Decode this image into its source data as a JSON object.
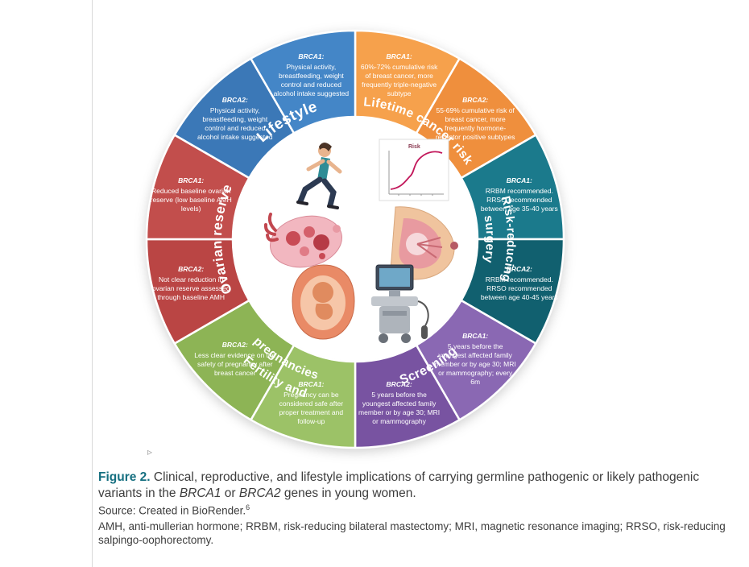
{
  "wheel": {
    "center": {
      "risk_chart_label": "Risk",
      "illustrations": [
        "runner",
        "risk-line-chart",
        "ovary-fallopian-tube",
        "breast-cross-section",
        "fetus-in-womb",
        "ultrasound-machine"
      ]
    },
    "categories": [
      {
        "id": "lifetime-cancer-risk",
        "label_lines": [
          "Lifetime cancer risk"
        ],
        "start": 0,
        "end": 60,
        "flip": false,
        "font": 15.5,
        "wedges": [
          {
            "gene": "BRCA1:",
            "color": "#F6A14C",
            "text": "60%-72% cumulative risk of breast cancer, more frequently triple-negative subtype"
          },
          {
            "gene": "BRCA2:",
            "color": "#EF8F3D",
            "text": "55-69% cumulative risk of breast cancer, more frequently hormone-receptor positive subtypes"
          }
        ]
      },
      {
        "id": "risk-reducing-surgery",
        "label_lines": [
          "Risk-reducing",
          "surgery"
        ],
        "start": 60,
        "end": 120,
        "flip": false,
        "font": 15,
        "wedges": [
          {
            "gene": "BRCA1:",
            "color": "#1B7A8C",
            "text": "RRBM recommended. RRSO recommended between age 35-40 years"
          },
          {
            "gene": "BRCA2:",
            "color": "#11606F",
            "text": "RRBM recommended. RRSO recommended between age 40-45 years"
          }
        ]
      },
      {
        "id": "screening",
        "label_lines": [
          "Screening"
        ],
        "start": 120,
        "end": 180,
        "flip": true,
        "font": 16,
        "wedges": [
          {
            "gene": "BRCA1:",
            "color": "#8A68B3",
            "text": "5 years before the youngest affected family member or by age 30; MRI or mammography; every 6m"
          },
          {
            "gene": "BRCA2:",
            "color": "#7853A1",
            "text": "5 years before the youngest affected family member or by age 30; MRI or mammography"
          }
        ]
      },
      {
        "id": "fertility-and-pregnancies",
        "label_lines": [
          "Fertility and",
          "pregnancies"
        ],
        "start": 180,
        "end": 240,
        "flip": true,
        "font": 15,
        "wedges": [
          {
            "gene": "BRCA1:",
            "color": "#9CC267",
            "text": "Pregnancy can be considered safe after proper treatment and follow-up"
          },
          {
            "gene": "BRCA2:",
            "color": "#8DB455",
            "text": "Less clear evidence on the safety of pregnancy after breast cancer"
          }
        ]
      },
      {
        "id": "ovarian-reserve",
        "label_lines": [
          "Ovarian reserve"
        ],
        "start": 240,
        "end": 300,
        "flip": false,
        "font": 17,
        "wedges": [
          {
            "gene": "BRCA2:",
            "color": "#BA4544",
            "text": "Not clear reduction in ovarian reserve assessed through baseline AMH"
          },
          {
            "gene": "BRCA1:",
            "color": "#C24E4C",
            "text": "Reduced baseline ovarian reserve (low baseline AMH levels)"
          }
        ]
      },
      {
        "id": "lifestyle",
        "label_lines": [
          "Lifestyle"
        ],
        "start": 300,
        "end": 360,
        "flip": false,
        "font": 19,
        "wedges": [
          {
            "gene": "BRCA2:",
            "color": "#3B78B7",
            "text": "Physical activity, breastfeeding, weight control and reduced alcohol intake suggested"
          },
          {
            "gene": "BRCA1:",
            "color": "#4486C7",
            "text": "Physical activity, breastfeeding, weight control and reduced alcohol intake suggested"
          }
        ]
      }
    ]
  },
  "caption": {
    "figure_label": "Figure 2.",
    "text_before_gene1": " Clinical, reproductive, and lifestyle implications of carrying germline pathogenic or likely pathogenic variants in the ",
    "gene1": "BRCA1",
    "text_between_genes": " or ",
    "gene2": "BRCA2",
    "text_after_gene2": " genes in young women.",
    "source_text": "Source: Created in BioRender.",
    "source_superscript": "6",
    "abbreviations": "AMH, anti-mullerian hormone; RRBM, risk-reducing bilateral mastectomy; MRI, magnetic resonance imaging; RRSO, risk-reducing salpingo-oophorectomy."
  },
  "artifacts": {
    "cursor_glyph": "▹"
  }
}
